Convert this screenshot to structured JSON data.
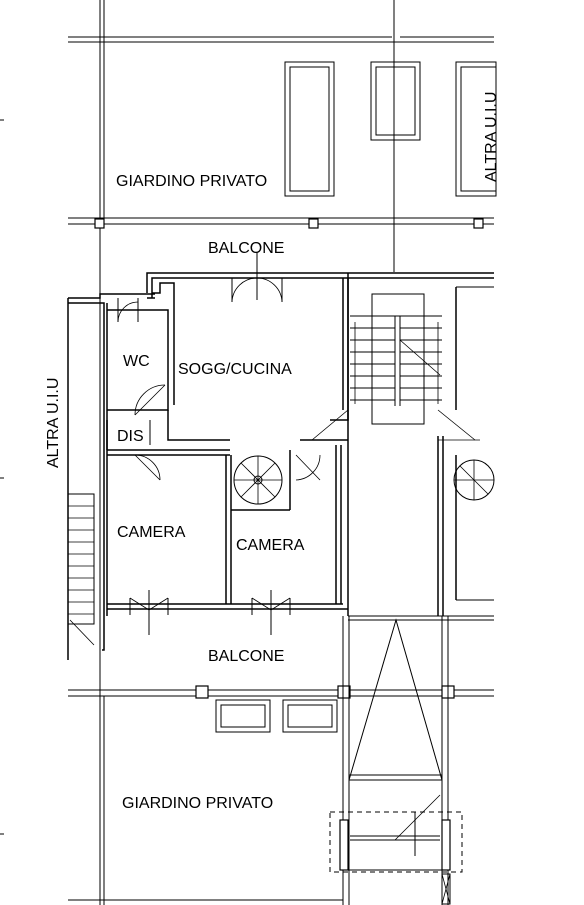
{
  "rooms": {
    "garden_top": "GIARDINO PRIVATO",
    "balcony_top": "BALCONE",
    "wc": "WC",
    "kitchen": "SOGG/CUCINA",
    "dis": "DIS",
    "bedroom_left": "CAMERA",
    "bedroom_right": "CAMERA",
    "balcony_bottom": "BALCONE",
    "garden_bottom": "GIARDINO PRIVATO"
  },
  "other_units": {
    "right": "ALTRA U.I.U",
    "left": "ALTRA U.I.U"
  }
}
